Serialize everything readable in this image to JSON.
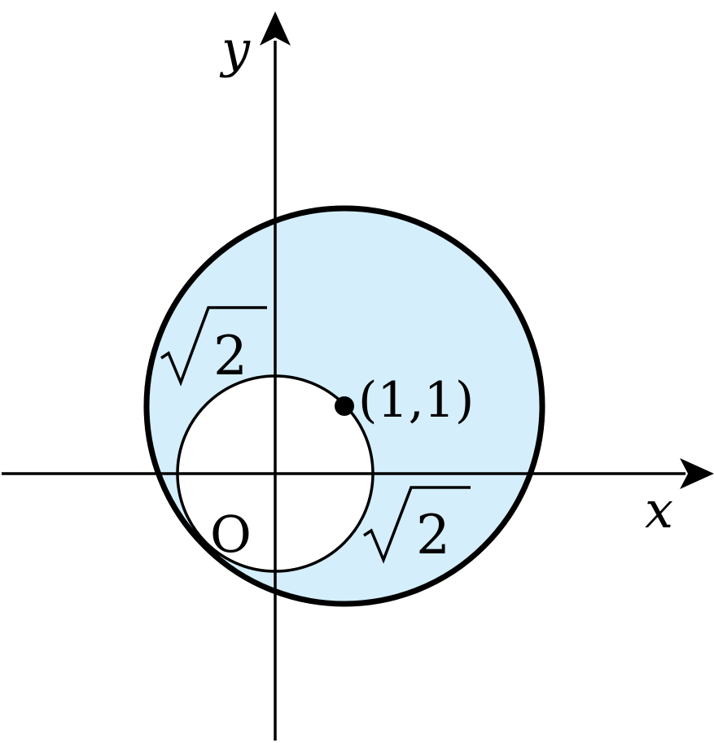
{
  "labels": {
    "x_axis": "x",
    "y_axis": "y",
    "origin": "O",
    "point": "(1,1)",
    "radius_left": "2",
    "radius_right": "2"
  },
  "colors": {
    "region_fill": "#d5eefb",
    "stroke": "#000000",
    "background": "#ffffff"
  }
}
